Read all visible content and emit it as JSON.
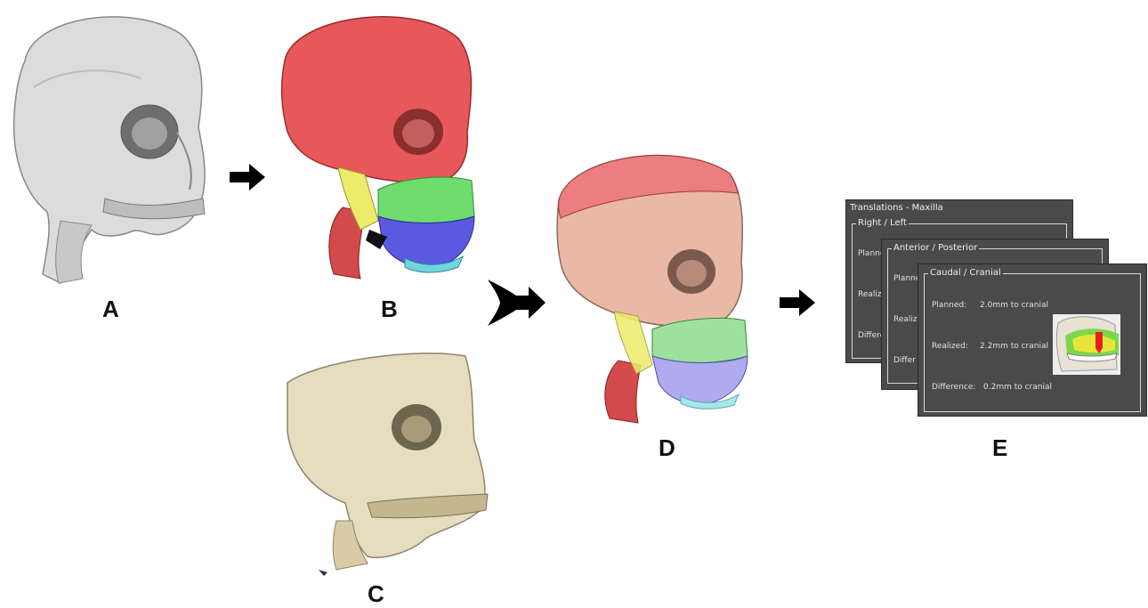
{
  "panels": {
    "a": {
      "letter": "A"
    },
    "b": {
      "letter": "B"
    },
    "c": {
      "letter": "C"
    },
    "d": {
      "letter": "D"
    },
    "e": {
      "letter": "E"
    }
  },
  "windows": {
    "title": "Translations - Maxilla",
    "right_left": {
      "label": "Right / Left",
      "planned": "Planne",
      "realized": "Realiz",
      "difference": "Differe"
    },
    "anterior_posterior": {
      "label": "Anterior / Posterior",
      "planned": "Planne",
      "realized": "Realiz",
      "difference": "Differ"
    },
    "caudal_cranial": {
      "label": "Caudal / Cranial",
      "planned_label": "Planned:",
      "planned_value": "2.0mm to cranial",
      "realized_label": "Realized:",
      "realized_value": "2.2mm to cranial",
      "difference_label": "Difference:",
      "difference_value": "0.2mm to cranial"
    }
  },
  "colors": {
    "skull_a": "#dcdcdc",
    "cranium_b": "#e8585a",
    "mandible_b": "#5a5ae0",
    "maxilla_b": "#6fdc6f",
    "ramus_b": "#ecec6a",
    "spine_b": "#d24a4a",
    "skull_c": "#e6dcc0",
    "skull_d": "#eab8a6",
    "cap_d": "#ec7e82",
    "window_bg": "#4a4a4a"
  }
}
